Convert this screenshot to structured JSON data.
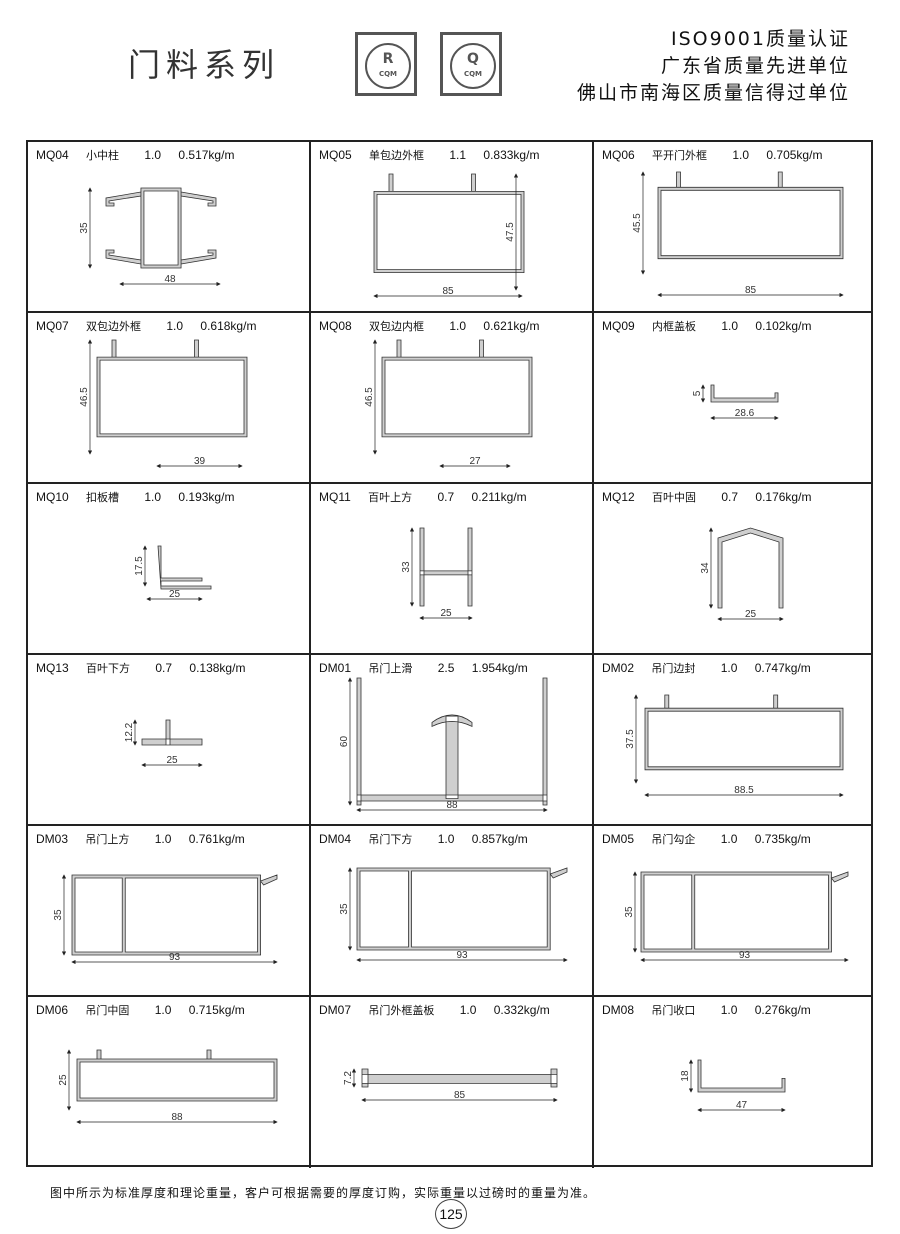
{
  "header": {
    "title": "门料系列",
    "logos": [
      {
        "mark": "R",
        "text": "CQM"
      },
      {
        "mark": "Q",
        "text": "CQM"
      }
    ],
    "certifications": [
      "ISO9001质量认证",
      "广东省质量先进单位",
      "佛山市南海区质量信得过单位"
    ]
  },
  "products": [
    {
      "code": "MQ04",
      "name": "小中柱",
      "thickness": "1.0",
      "weight": "0.517kg/m",
      "height": "35",
      "width": "48"
    },
    {
      "code": "MQ05",
      "name": "单包边外框",
      "thickness": "1.1",
      "weight": "0.833kg/m",
      "height": "47.5",
      "width": "85"
    },
    {
      "code": "MQ06",
      "name": "平开门外框",
      "thickness": "1.0",
      "weight": "0.705kg/m",
      "height": "45.5",
      "width": "85"
    },
    {
      "code": "MQ07",
      "name": "双包边外框",
      "thickness": "1.0",
      "weight": "0.618kg/m",
      "height": "46.5",
      "width": "39"
    },
    {
      "code": "MQ08",
      "name": "双包边内框",
      "thickness": "1.0",
      "weight": "0.621kg/m",
      "height": "46.5",
      "width": "27"
    },
    {
      "code": "MQ09",
      "name": "内框盖板",
      "thickness": "1.0",
      "weight": "0.102kg/m",
      "height": "5",
      "width": "28.6"
    },
    {
      "code": "MQ10",
      "name": "扣板槽",
      "thickness": "1.0",
      "weight": "0.193kg/m",
      "height": "17.5",
      "width": "25"
    },
    {
      "code": "MQ11",
      "name": "百叶上方",
      "thickness": "0.7",
      "weight": "0.211kg/m",
      "height": "33",
      "width": "25"
    },
    {
      "code": "MQ12",
      "name": "百叶中固",
      "thickness": "0.7",
      "weight": "0.176kg/m",
      "height": "34",
      "width": "25"
    },
    {
      "code": "MQ13",
      "name": "百叶下方",
      "thickness": "0.7",
      "weight": "0.138kg/m",
      "height": "12.2",
      "width": "25"
    },
    {
      "code": "DM01",
      "name": "吊门上滑",
      "thickness": "2.5",
      "weight": "1.954kg/m",
      "height": "60",
      "width": "88"
    },
    {
      "code": "DM02",
      "name": "吊门边封",
      "thickness": "1.0",
      "weight": "0.747kg/m",
      "height": "37.5",
      "width": "88.5"
    },
    {
      "code": "DM03",
      "name": "吊门上方",
      "thickness": "1.0",
      "weight": "0.761kg/m",
      "height": "35",
      "width": "93"
    },
    {
      "code": "DM04",
      "name": "吊门下方",
      "thickness": "1.0",
      "weight": "0.857kg/m",
      "height": "35",
      "width": "93"
    },
    {
      "code": "DM05",
      "name": "吊门勾企",
      "thickness": "1.0",
      "weight": "0.735kg/m",
      "height": "35",
      "width": "93"
    },
    {
      "code": "DM06",
      "name": "吊门中固",
      "thickness": "1.0",
      "weight": "0.715kg/m",
      "height": "25",
      "width": "88"
    },
    {
      "code": "DM07",
      "name": "吊门外框盖板",
      "thickness": "1.0",
      "weight": "0.332kg/m",
      "height": "7.2",
      "width": "85"
    },
    {
      "code": "DM08",
      "name": "吊门收口",
      "thickness": "1.0",
      "weight": "0.276kg/m",
      "height": "18",
      "width": "47"
    }
  ],
  "footer": {
    "note": "图中所示为标准厚度和理论重量，客户可根据需要的厚度订购，实际重量以过磅时的重量为准。",
    "page_number": "125"
  }
}
